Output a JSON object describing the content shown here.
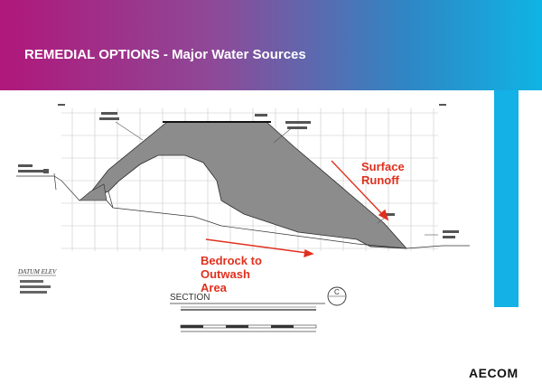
{
  "slide": {
    "title": "REMEDIAL OPTIONS - Major Water Sources",
    "logo_text": "AECOM",
    "annotations": {
      "surface_runoff": "Surface\nRunoff",
      "bedrock": "Bedrock to\nOutwash\nArea"
    },
    "drawing_text": {
      "section_label": "SECTION",
      "section_letter": "C",
      "datum": "DATUM ELEV"
    }
  },
  "colors": {
    "banner_start": "#b0177a",
    "banner_end": "#0fb4e4",
    "accent_bar": "#13b1e6",
    "annotation": "#e0301e",
    "fill": "#8c8c8c"
  }
}
